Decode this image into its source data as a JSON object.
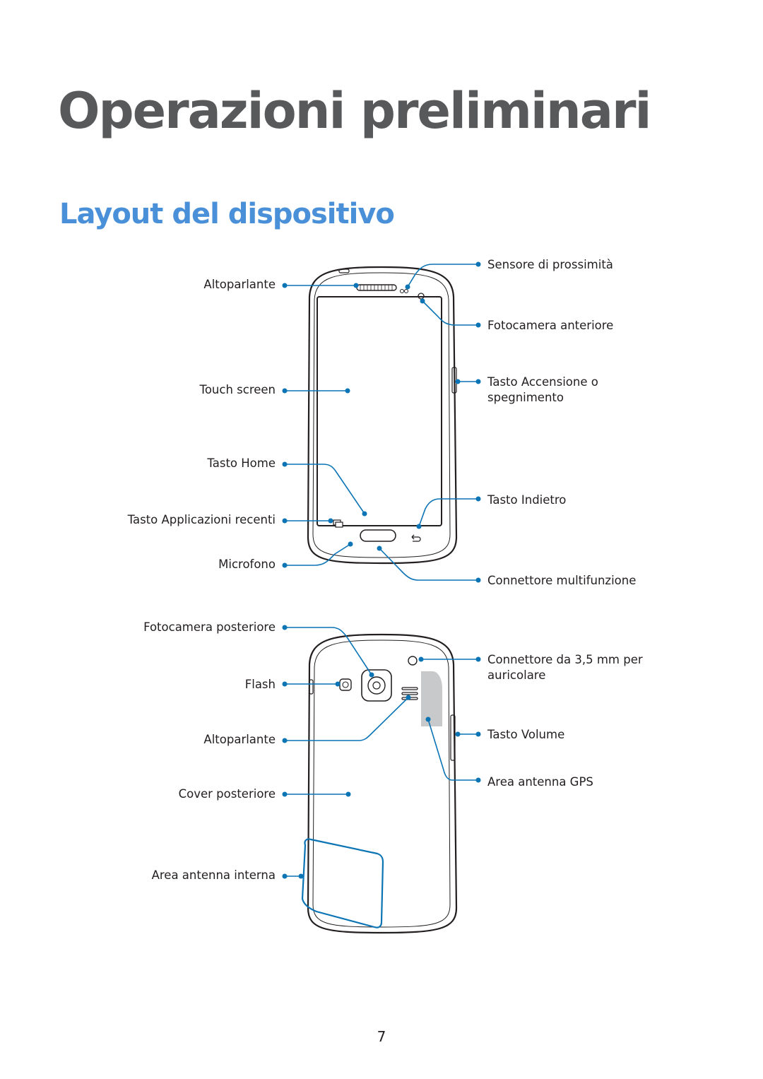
{
  "page": {
    "chapter_title": "Operazioni preliminari",
    "section_title": "Layout del dispositivo",
    "page_number": "7",
    "accent_color": "#4a90d9",
    "callout_color": "#0b74b5"
  },
  "front_labels": {
    "left": {
      "speaker": "Altoparlante",
      "touch_screen": "Touch screen",
      "home_key": "Tasto Home",
      "recent_apps_key": "Tasto Applicazioni recenti",
      "microphone": "Microfono"
    },
    "right": {
      "proximity_sensor": "Sensore di prossimità",
      "front_camera": "Fotocamera anteriore",
      "power_key_line1": "Tasto Accensione o",
      "power_key_line2": "spegnimento",
      "back_key": "Tasto Indietro",
      "multipurpose_jack": "Connettore multifunzione"
    }
  },
  "back_labels": {
    "left": {
      "rear_camera": "Fotocamera posteriore",
      "flash": "Flash",
      "speaker": "Altoparlante",
      "back_cover": "Cover posteriore",
      "internal_antenna": "Area antenna interna"
    },
    "right": {
      "headset_jack_line1": "Connettore da 3,5 mm per",
      "headset_jack_line2": "auricolare",
      "volume_key": "Tasto Volume",
      "gps_antenna": "Area antenna GPS"
    }
  }
}
